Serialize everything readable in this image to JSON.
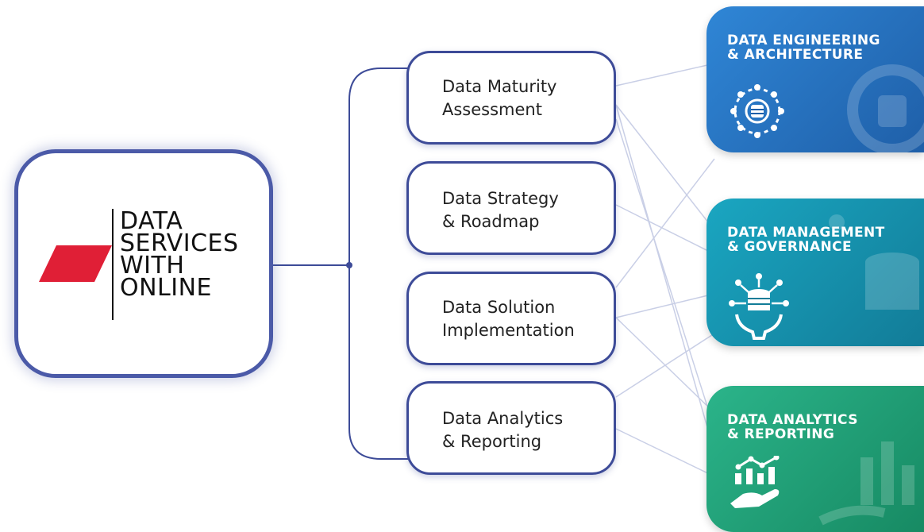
{
  "brand": {
    "name_lines": [
      "DATA",
      "SERVICES",
      "WITH",
      "ONLINE"
    ],
    "accent_color": "#e01f36",
    "border_color": "#4b5aa8"
  },
  "services": [
    {
      "lines": [
        "Data Maturity",
        "Assessment"
      ]
    },
    {
      "lines": [
        "Data Strategy",
        "& Roadmap"
      ]
    },
    {
      "lines": [
        "Data Solution",
        "Implementation"
      ]
    },
    {
      "lines": [
        "Data Analytics",
        "& Reporting"
      ]
    }
  ],
  "practices": [
    {
      "lines": [
        "DATA ENGINEERING",
        "& ARCHITECTURE"
      ],
      "icon": "database-network-icon",
      "color_from": "#2f86d6",
      "color_to": "#1f5fa8"
    },
    {
      "lines": [
        "DATA MANAGEMENT",
        "& GOVERNANCE"
      ],
      "icon": "database-hands-icon",
      "color_from": "#1aa6c1",
      "color_to": "#127c98"
    },
    {
      "lines": [
        "DATA ANALYTICS",
        "& REPORTING"
      ],
      "icon": "chart-hand-icon",
      "color_from": "#2bb48a",
      "color_to": "#178a63"
    }
  ],
  "colors": {
    "connector": "#3d4b98",
    "link_lines": "#c9cfe6"
  }
}
